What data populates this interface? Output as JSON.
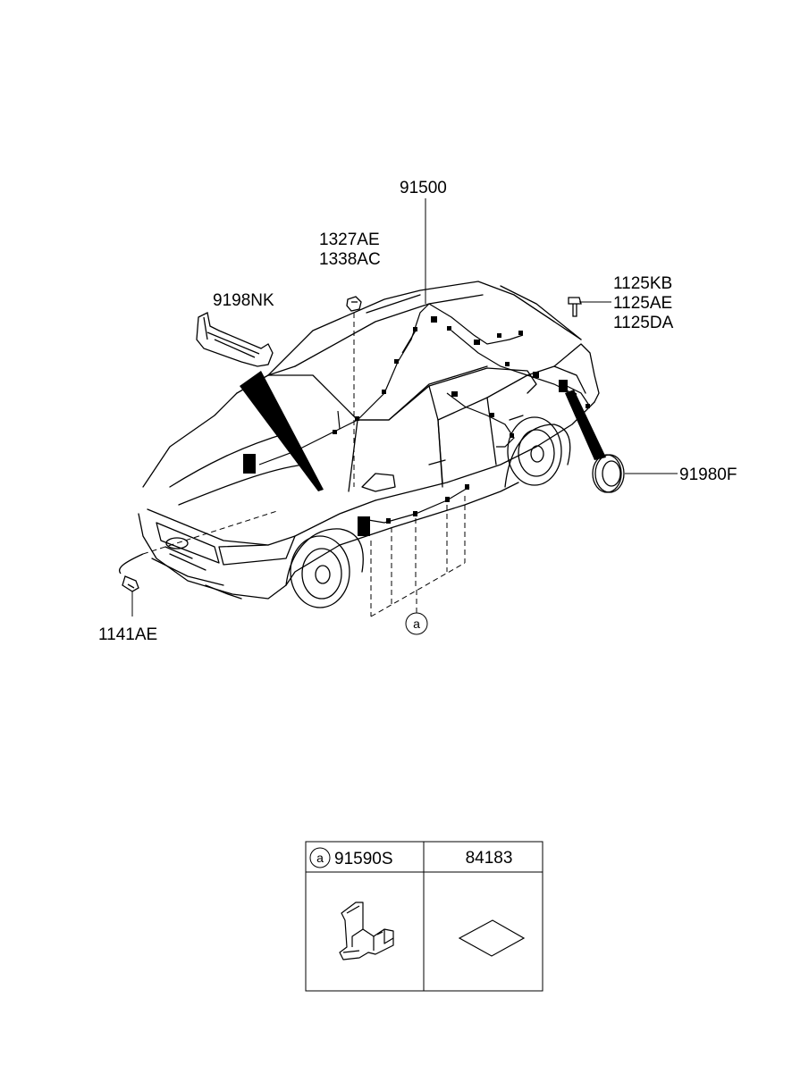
{
  "diagram": {
    "callouts": {
      "p91500": "91500",
      "p1327AE": "1327AE",
      "p1338AC": "1338AC",
      "p9198NK": "9198NK",
      "p1125KB": "1125KB",
      "p1125AE": "1125AE",
      "p1125DA": "1125DA",
      "p91980F": "91980F",
      "p1141AE": "1141AE",
      "ref_a": "a"
    },
    "table": {
      "col1": {
        "ref": "a",
        "part": "91590S"
      },
      "col2": {
        "part": "84183"
      }
    }
  }
}
